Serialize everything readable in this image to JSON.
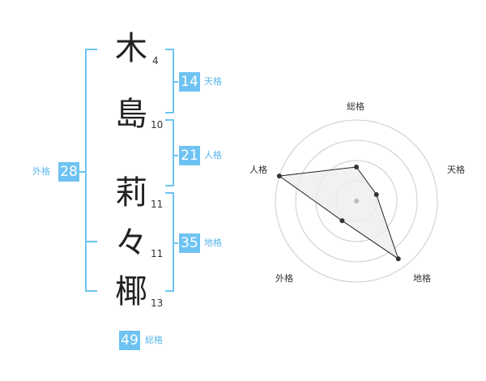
{
  "name": {
    "chars": [
      {
        "char": "木",
        "strokes": "4"
      },
      {
        "char": "島",
        "strokes": "10"
      },
      {
        "char": "莉",
        "strokes": "11"
      },
      {
        "char": "々",
        "strokes": "11"
      },
      {
        "char": "椰",
        "strokes": "13"
      }
    ]
  },
  "kakusu": {
    "tenkaku": {
      "value": "14",
      "label": "天格"
    },
    "jinkaku": {
      "value": "21",
      "label": "人格"
    },
    "chikaku": {
      "value": "35",
      "label": "地格"
    },
    "gaikaku": {
      "value": "28",
      "label": "外格"
    },
    "soukaku": {
      "value": "49",
      "label": "総格"
    }
  },
  "chart_data": {
    "type": "radar",
    "axes": [
      "総格",
      "天格",
      "地格",
      "外格",
      "人格"
    ],
    "values": [
      0.42,
      0.26,
      0.88,
      0.3,
      1.0
    ],
    "rings": 4,
    "colors": {
      "accent": "#6ec3f2",
      "fill": "#eeeeee",
      "line": "#222222",
      "ring": "#cccccc"
    }
  }
}
